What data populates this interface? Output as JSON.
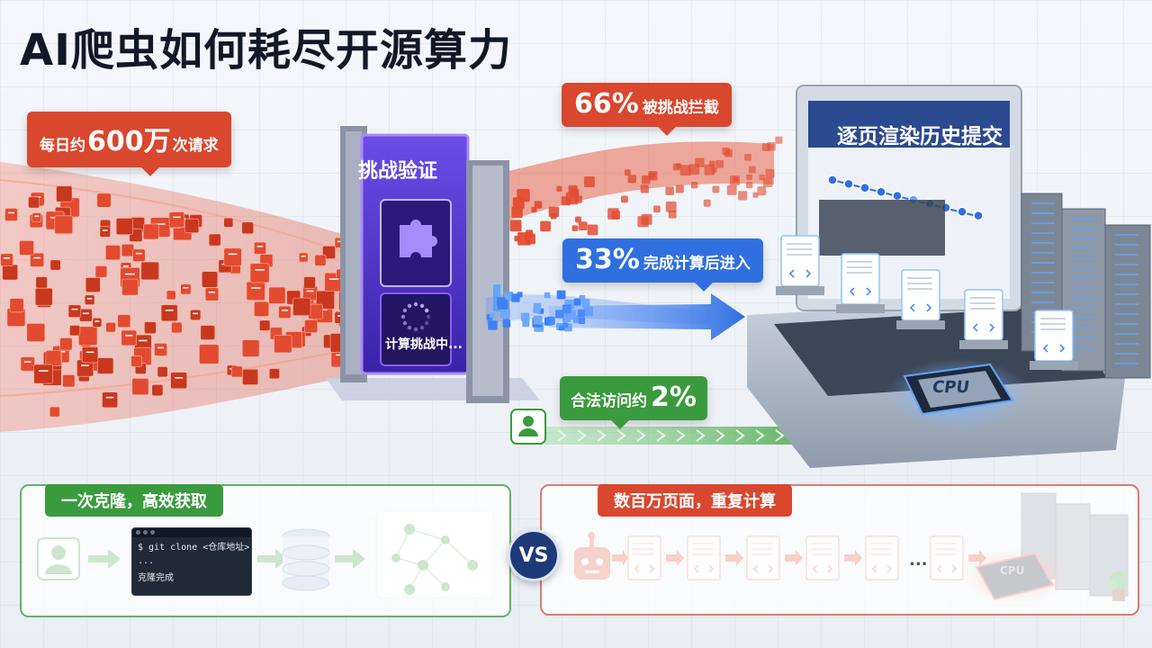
{
  "title": "AI爬虫如何耗尽开源算力",
  "callouts": {
    "requests": {
      "value": "600万",
      "prefix": "每日约",
      "suffix": "次请求"
    },
    "blocked": {
      "value": "66%",
      "text": "被挑战拦截"
    },
    "computed": {
      "value": "33%",
      "text": "完成计算后进入"
    },
    "legit": {
      "prefix": "合法访问约",
      "value": "2%"
    }
  },
  "gate": {
    "title": "挑战验证",
    "status": "计算挑战中..."
  },
  "server": {
    "screen_title": "逐页渲染历史提交",
    "chip_label": "CPU"
  },
  "comparison": {
    "left_title": "一次克隆，高效获取",
    "terminal_lines": [
      "$ git clone <仓库地址>",
      "...",
      "克隆完成"
    ],
    "vs_label": "VS",
    "right_title": "数百万页面，重复计算",
    "ellipsis": "...",
    "chip_label": "CPU"
  },
  "colors": {
    "red": "#d9472e",
    "blue": "#2f6fe0",
    "green": "#3a9a3e",
    "purple": "#5b3fd6",
    "navy": "#1e3a78"
  },
  "icons": [
    "document-icon",
    "code-icon",
    "puzzle-icon",
    "spinner-icon",
    "user-icon",
    "database-icon",
    "graph-icon",
    "robot-icon",
    "server-rack-icon",
    "cpu-chip-icon",
    "plant-icon"
  ]
}
